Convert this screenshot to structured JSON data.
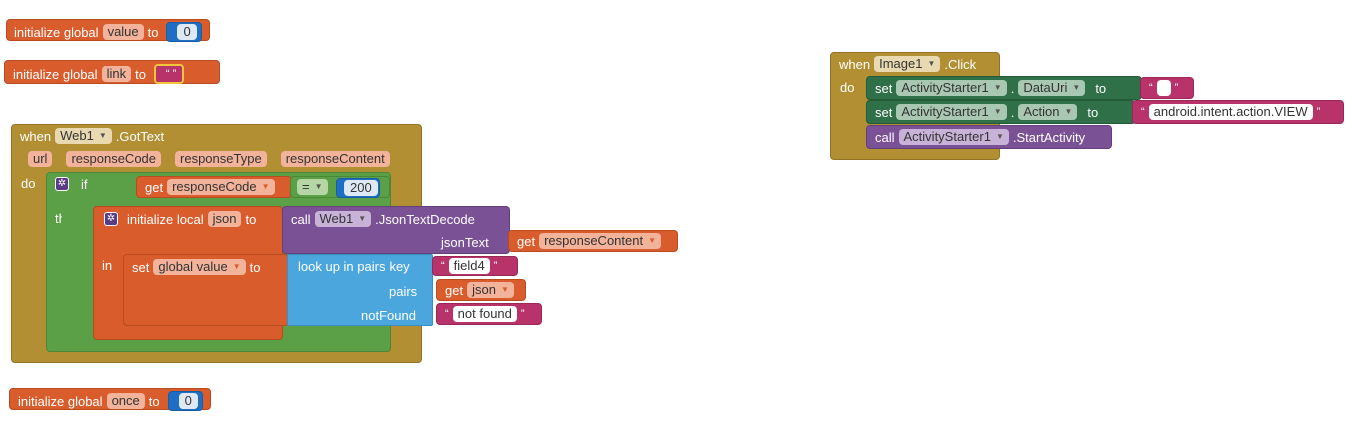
{
  "keywords": {
    "initialize_global": "initialize global",
    "to": "to",
    "when": "when",
    "do": "do",
    "if": "if",
    "then": "then",
    "in": "in",
    "get": "get",
    "set": "set",
    "call": "call",
    "initialize_local": "initialize local",
    "look_up_in_pairs": "look up in pairs",
    "key": "key",
    "pairs": "pairs",
    "notFound": "notFound",
    "jsonText": "jsonText",
    "dot": "."
  },
  "globals": [
    {
      "name": "value",
      "init": "0"
    },
    {
      "name": "link",
      "init": "“ ”"
    },
    {
      "name": "once",
      "init": "0"
    }
  ],
  "web_event": {
    "component": "Web1",
    "event": ".GotText",
    "params": [
      "url",
      "responseCode",
      "responseType",
      "responseContent"
    ],
    "compare_var": "responseCode",
    "operator": "=",
    "compare_value": "200",
    "local_var": "json",
    "decode_component": "Web1",
    "decode_method": ".JsonTextDecode",
    "json_text_var": "responseContent",
    "set_var": "global value",
    "key_text": "field4",
    "pairs_var": "json",
    "notfound_text": "not found"
  },
  "click_event": {
    "component": "Image1",
    "event": ".Click",
    "starter": "ActivityStarter1",
    "prop1": "DataUri",
    "prop2": "Action",
    "action_value": "android.intent.action.VIEW",
    "method": ".StartActivity"
  },
  "colors": {
    "variables": "#d95d2c",
    "events": "#b28f33",
    "control": "#5ba046",
    "text": "#b8336a",
    "math": "#1e6fc4",
    "procedures": "#7b5196",
    "lists": "#4aa6dc",
    "component_setters": "#2f7048"
  }
}
